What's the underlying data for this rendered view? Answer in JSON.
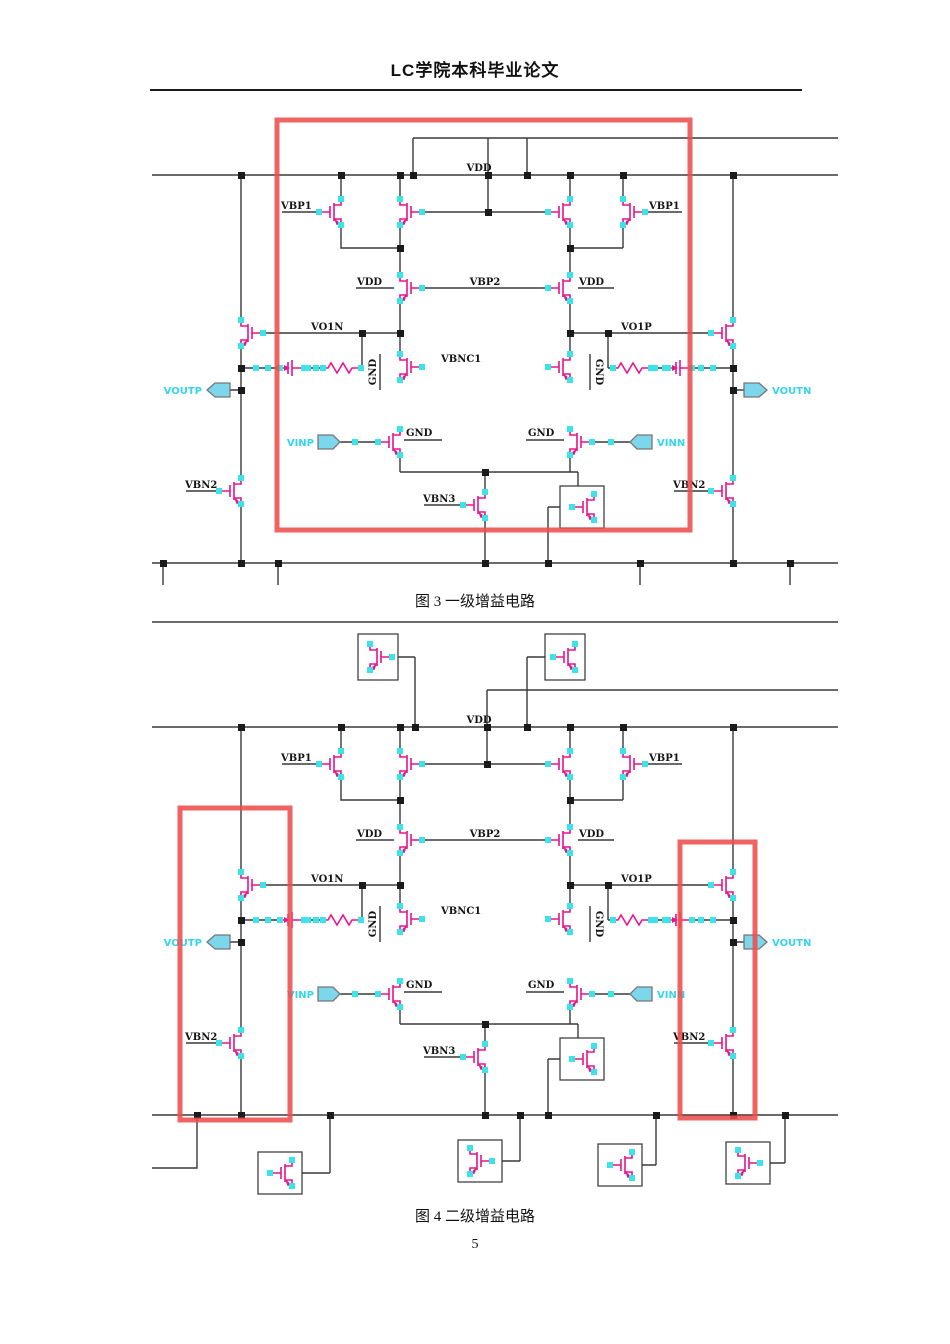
{
  "page": {
    "header_title": "LC学院本科毕业论文",
    "page_number": "5"
  },
  "colors": {
    "transistor": "#e6148c",
    "pin": "#3ce4ea",
    "wire": "#3a3a3a",
    "junction": "#1a1a1a",
    "highlight": "#ee4d4d",
    "portfill": "#7cd6ec",
    "portlabel": "#35d5ee",
    "box": "#333333"
  },
  "figure3": {
    "caption": "图 3 一级增益电路",
    "labels": {
      "vdd_top": "VDD",
      "vbp1_left": "VBP1",
      "vbp1_right": "VBP1",
      "vdd_left": "VDD",
      "vbp2": "VBP2",
      "vdd_right": "VDD",
      "vo1n": "VO1N",
      "vo1p": "VO1P",
      "vbnc1": "VBNC1",
      "gnd_cascode_left": "GND",
      "gnd_cascode_right": "GND",
      "voutp": "VOUTP",
      "voutn": "VOUTN",
      "vinp": "VINP",
      "vinn": "VINN",
      "gnd_left": "GND",
      "gnd_right": "GND",
      "vbn2_left": "VBN2",
      "vbn3": "VBN3",
      "vbn2_right": "VBN2"
    }
  },
  "figure4": {
    "caption": "图 4 二级增益电路",
    "labels": {
      "vdd_top": "VDD",
      "vbp1_left": "VBP1",
      "vbp1_right": "VBP1",
      "vdd_left": "VDD",
      "vbp2": "VBP2",
      "vdd_right": "VDD",
      "vo1n": "VO1N",
      "vo1p": "VO1P",
      "vbnc1": "VBNC1",
      "gnd_cascode_left": "GND",
      "gnd_cascode_right": "GND",
      "voutp": "VOUTP",
      "voutn": "VOUTN",
      "vinp": "VINP",
      "vinn": "VINN",
      "gnd_left": "GND",
      "gnd_right": "GND",
      "vbn2_left": "VBN2",
      "vbn3": "VBN3",
      "vbn2_right": "VBN2"
    }
  }
}
